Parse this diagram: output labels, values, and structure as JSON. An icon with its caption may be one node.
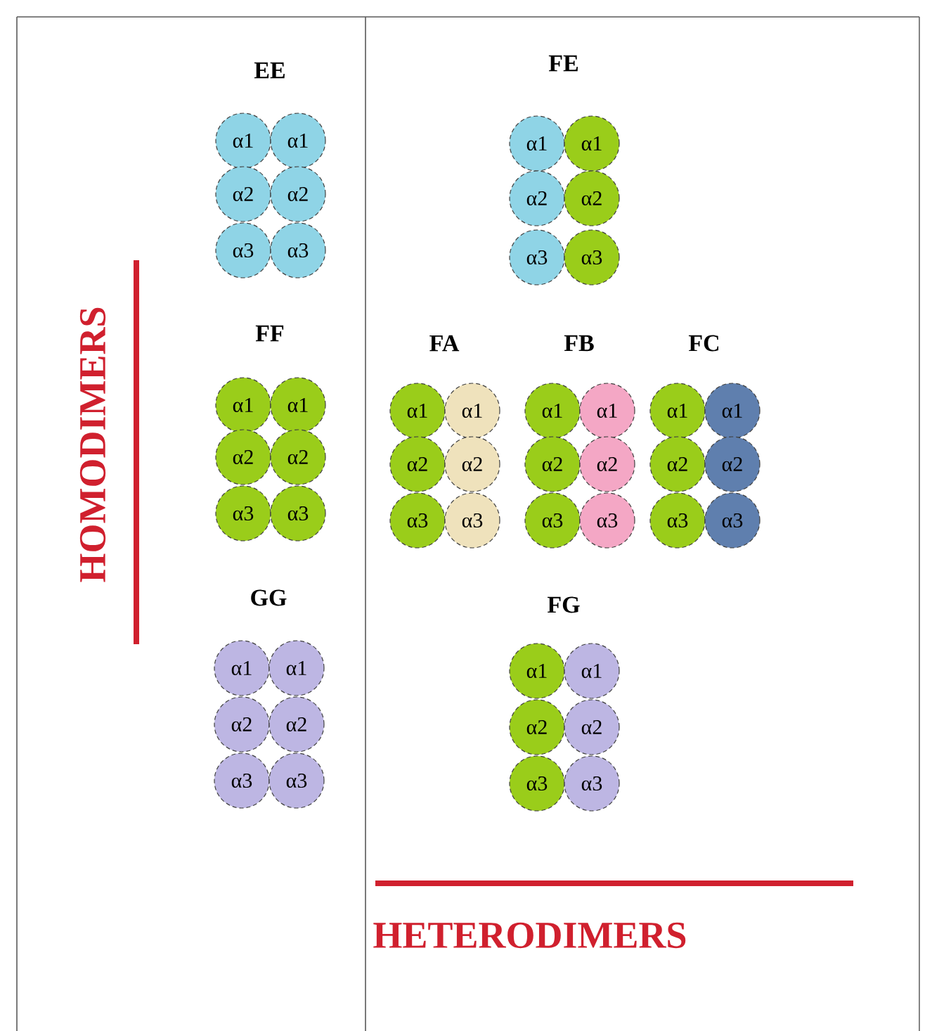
{
  "diagram": {
    "nodes": [
      {
        "text": [
          "α1"
        ]
      },
      {
        "text": [
          "α1"
        ]
      },
      {
        "text": [
          "α2"
        ]
      },
      {
        "text": [
          "α2"
        ]
      },
      {
        "text": [
          "α3"
        ]
      },
      {
        "text": [
          "α3"
        ]
      },
      {
        "text": [
          "α1"
        ]
      },
      {
        "text": [
          "α1"
        ]
      },
      {
        "text": [
          "α2"
        ]
      },
      {
        "text": [
          "α2"
        ]
      },
      {
        "text": [
          "α3"
        ]
      },
      {
        "text": [
          "α3"
        ]
      },
      {
        "text": [
          "α1"
        ]
      },
      {
        "text": [
          "α1"
        ]
      },
      {
        "text": [
          "α2"
        ]
      },
      {
        "text": [
          "α2"
        ]
      },
      {
        "text": [
          "α3"
        ]
      },
      {
        "text": [
          "α3"
        ]
      },
      {
        "text": [
          "α1"
        ]
      },
      {
        "text": [
          "α1"
        ]
      },
      {
        "text": [
          "α2"
        ]
      },
      {
        "text": [
          "α2"
        ]
      },
      {
        "text": [
          "α3"
        ]
      },
      {
        "text": [
          "α3"
        ]
      },
      {
        "text": [
          "α1"
        ]
      },
      {
        "text": [
          "α1"
        ]
      },
      {
        "text": [
          "α2"
        ]
      },
      {
        "text": [
          "α2"
        ]
      },
      {
        "text": [
          "α3"
        ]
      },
      {
        "text": [
          "α3"
        ]
      },
      {
        "text": [
          "α1"
        ]
      },
      {
        "text": [
          "α1"
        ]
      },
      {
        "text": [
          "α2"
        ]
      },
      {
        "text": [
          "α2"
        ]
      },
      {
        "text": [
          "α3"
        ]
      },
      {
        "text": [
          "α3"
        ]
      },
      {
        "text": [
          "α1"
        ]
      },
      {
        "text": [
          "α1"
        ]
      },
      {
        "text": [
          "α2"
        ]
      },
      {
        "text": [
          "α2"
        ]
      },
      {
        "text": [
          "α3"
        ]
      },
      {
        "text": [
          "α3"
        ]
      },
      {
        "text": [
          "α1"
        ]
      },
      {
        "text": [
          "α1"
        ]
      },
      {
        "text": [
          "α2"
        ]
      },
      {
        "text": [
          "α2"
        ]
      },
      {
        "text": [
          "α3"
        ]
      },
      {
        "text": [
          "α3"
        ]
      }
    ],
    "labels": [
      "EE",
      "FE",
      "FF",
      "FA",
      "FB",
      "FC",
      "GG",
      "FG",
      "HOMODIMERS",
      "HETERODIMERS"
    ]
  }
}
